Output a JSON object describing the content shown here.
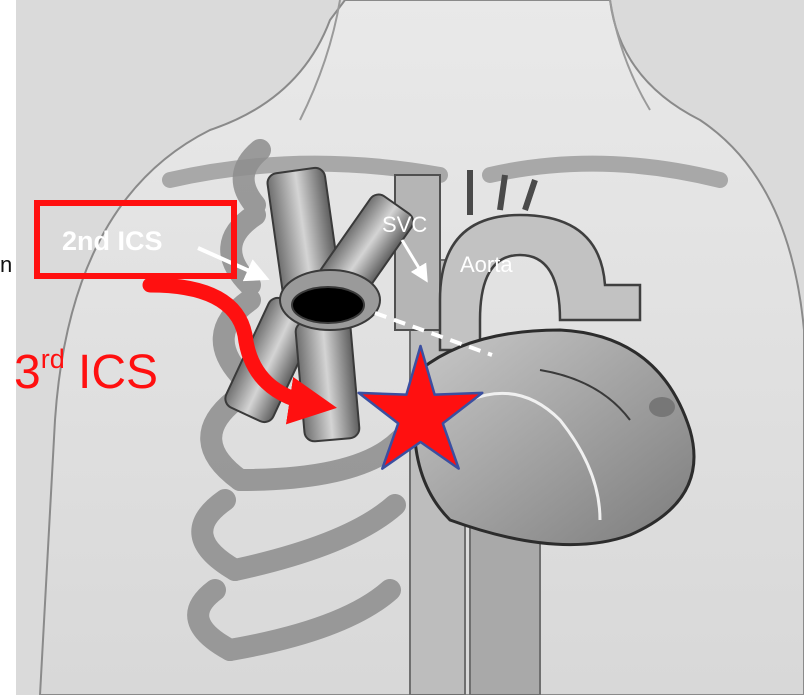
{
  "figure": {
    "label_svc": "SVC",
    "label_aorta": "Aorta",
    "label_2nd_ics": "2nd ICS",
    "label_3rd_ics_number": "3",
    "label_3rd_ics_suffix": "rd",
    "label_3rd_ics_text": " ICS",
    "stray_letter": "n"
  },
  "colors": {
    "highlight_red": "#ff1010",
    "star_outline": "#3b4fa0",
    "paper": "#e6e6e6",
    "body_shade": "#bdbdbd",
    "ink": "#2a2a2a",
    "white_label": "#ffffff"
  },
  "icons": {
    "target": "star-icon",
    "pointer": "curved-arrow-icon"
  }
}
